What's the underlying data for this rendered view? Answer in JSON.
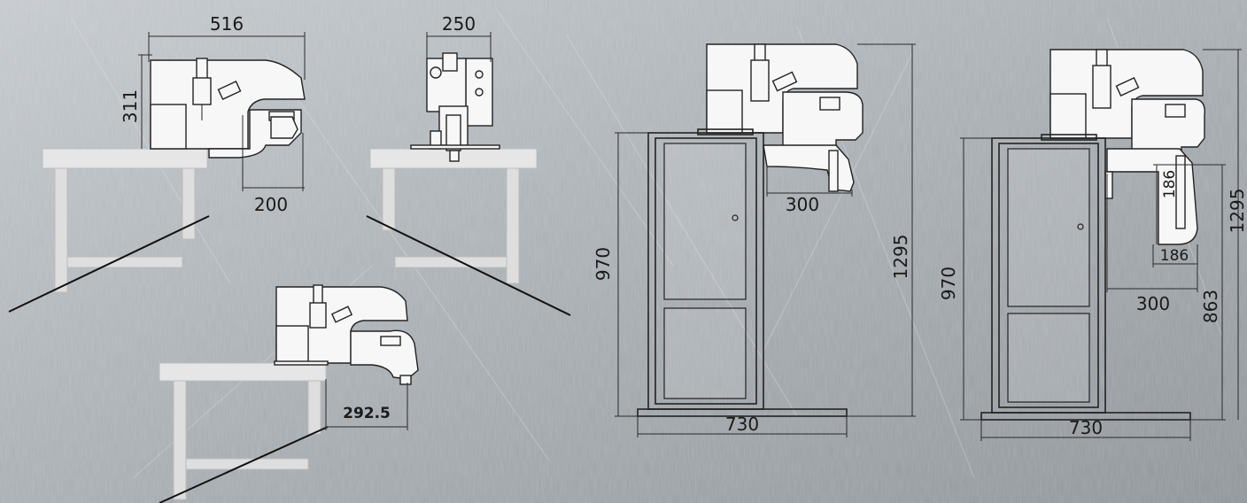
{
  "colors": {
    "background_light": "#c3c8cc",
    "background_dark": "#8c9297",
    "line": "#222222",
    "table": "#e6e6e6",
    "machine": "#f7f7f7"
  },
  "views": {
    "side_on_table": {
      "width": "516",
      "height": "311",
      "throat": "200"
    },
    "front_on_table": {
      "width": "250"
    },
    "side_on_table_extended": {
      "throat": "292.5"
    },
    "cabinet_standard": {
      "throat": "300",
      "cabinet_height": "970",
      "total_height": "1295",
      "base_width": "730"
    },
    "cabinet_with_arm": {
      "arm_height": "186",
      "arm_depth": "186",
      "throat": "300",
      "cabinet_height": "970",
      "total_height": "1295",
      "arm_level": "863",
      "base_width": "730"
    }
  }
}
